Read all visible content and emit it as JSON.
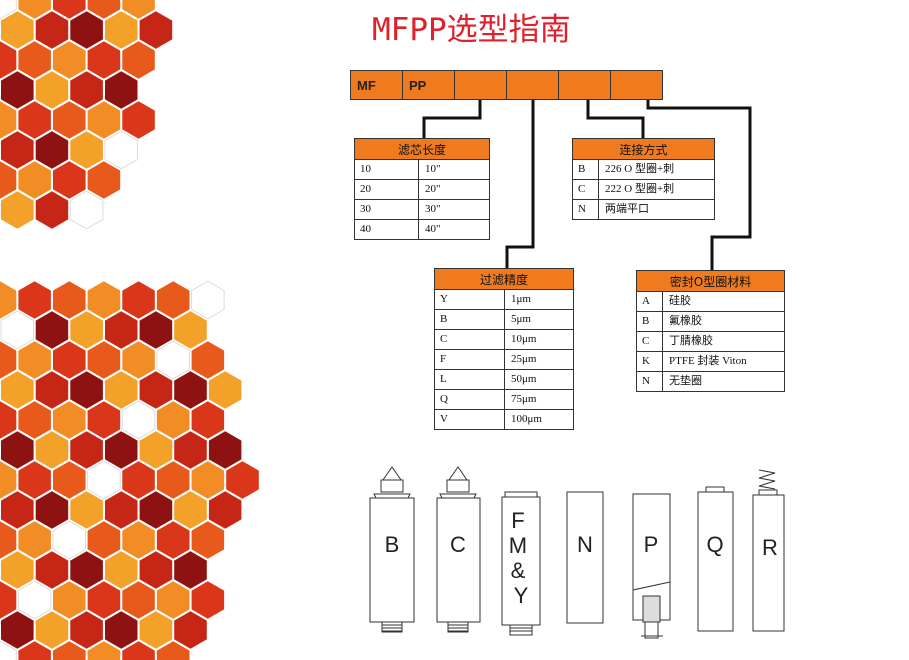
{
  "title": "MFPP选型指南",
  "code_boxes": [
    "MF",
    "PP",
    "",
    "",
    "",
    ""
  ],
  "tables": {
    "length": {
      "header": "滤芯长度",
      "rows": [
        [
          "10",
          "10\""
        ],
        [
          "20",
          "20\""
        ],
        [
          "30",
          "30\""
        ],
        [
          "40",
          "40\""
        ]
      ]
    },
    "connection": {
      "header": "连接方式",
      "rows": [
        [
          "B",
          "226 O 型圈+刺"
        ],
        [
          "C",
          "222 O 型圈+刺"
        ],
        [
          "N",
          "两端平口"
        ]
      ]
    },
    "precision": {
      "header": "过滤精度",
      "rows": [
        [
          "Y",
          "1μm"
        ],
        [
          "B",
          "5μm"
        ],
        [
          "C",
          "10μm"
        ],
        [
          "F",
          "25μm"
        ],
        [
          "L",
          "50μm"
        ],
        [
          "Q",
          "75μm"
        ],
        [
          "V",
          "100μm"
        ]
      ]
    },
    "seal": {
      "header": "密封O型圈材料",
      "rows": [
        [
          "A",
          "硅胶"
        ],
        [
          "B",
          "氟橡胶"
        ],
        [
          "C",
          "丁腈橡胶"
        ],
        [
          "K",
          "PTFE 封装 Viton"
        ],
        [
          "N",
          "无垫圈"
        ]
      ]
    }
  },
  "cartridge_labels": [
    "B",
    "C",
    "F\nM\n&\nY",
    "N",
    "P",
    "Q",
    "R"
  ],
  "colors": {
    "accent": "#f07a1e",
    "title": "#e0202a",
    "hex_dark": "#8e1212",
    "hex_mid": "#d9361a",
    "hex_light": "#f4a12a"
  }
}
